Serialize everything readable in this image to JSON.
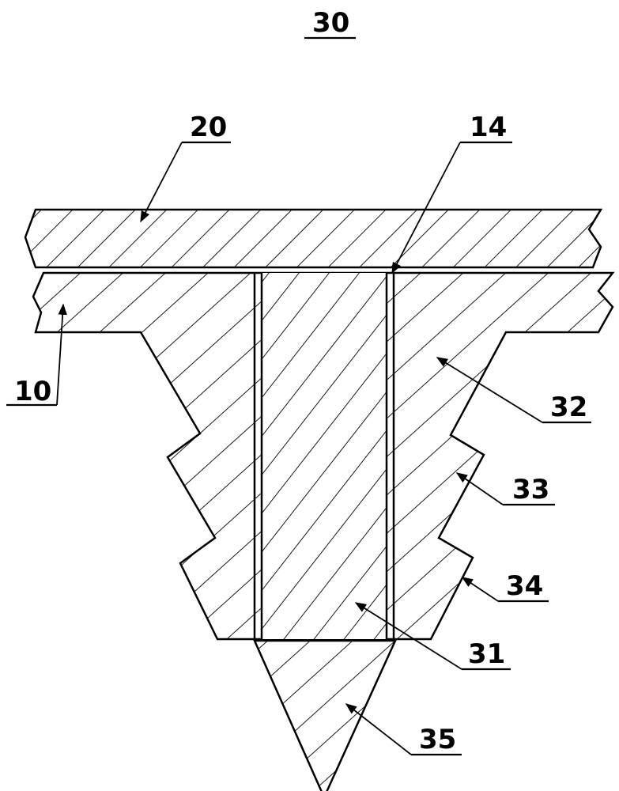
{
  "figure": {
    "title": "30",
    "labels": {
      "l20": "20",
      "l14": "14",
      "l10": "10",
      "l32": "32",
      "l33": "33",
      "l34": "34",
      "l31": "31",
      "l35": "35"
    }
  }
}
